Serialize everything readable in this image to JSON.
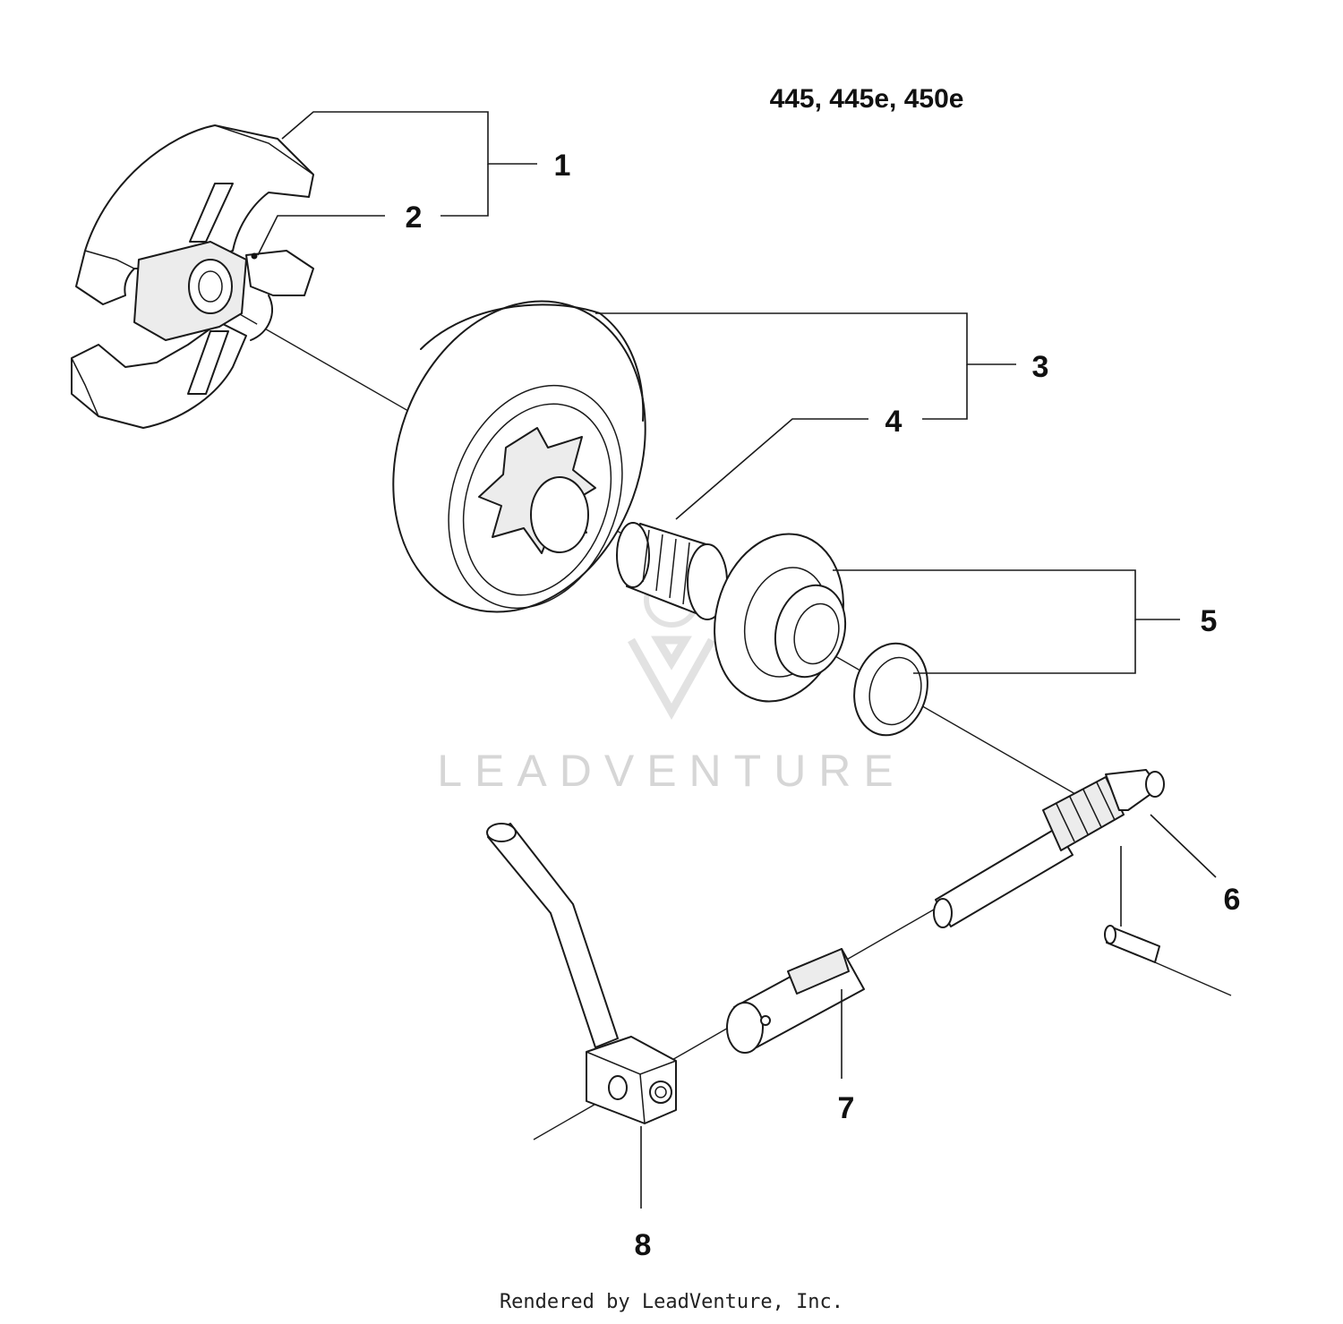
{
  "model_label": "445, 445e, 450e",
  "callouts": [
    "1",
    "2",
    "3",
    "4",
    "5",
    "6",
    "7",
    "8"
  ],
  "watermark": "LEADVENTURE",
  "footer": "Rendered by LeadVenture, Inc."
}
